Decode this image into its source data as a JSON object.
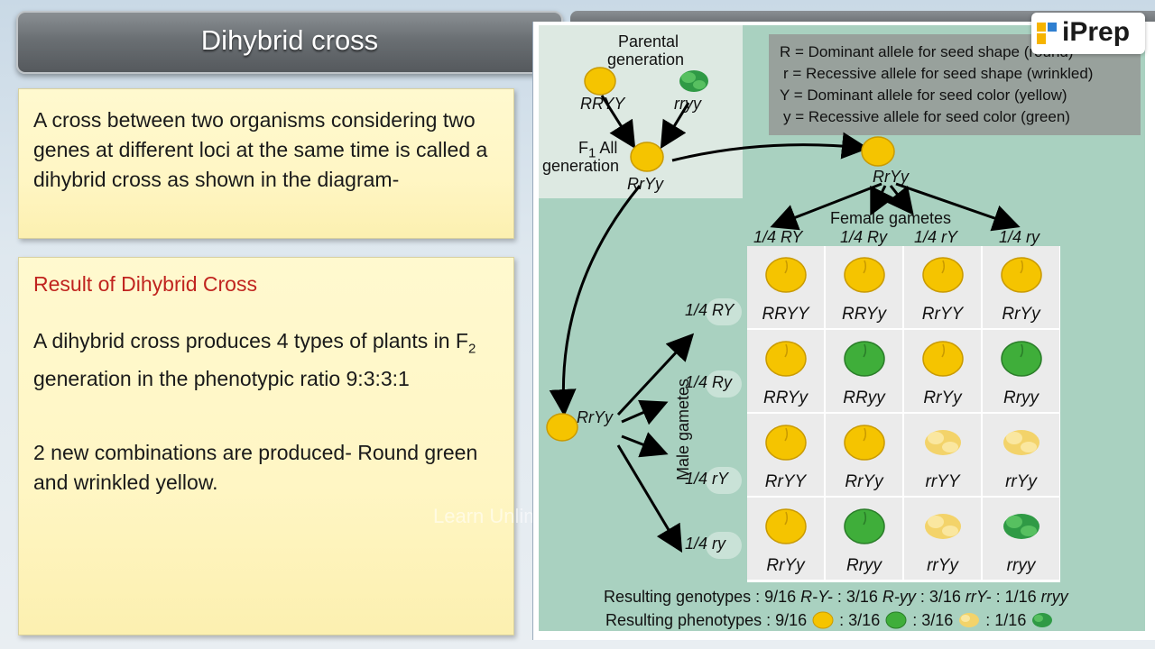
{
  "title": "Dihybrid cross",
  "definition": "A cross between two organisms considering two genes at different loci at the same time is called a dihybrid cross as shown in the diagram-",
  "result": {
    "heading": "Result of Dihybrid Cross",
    "p1_pre": "A dihybrid cross produces 4 types of plants in F",
    "p1_sub": "2",
    "p1_post": " generation in the phenotypic ratio 9:3:3:1",
    "p2": "2 new combinations are produced- Round green and wrinkled yellow."
  },
  "logo": "iPrep",
  "watermark": "Learn Unlimited with iPrep",
  "legend": [
    "R = Dominant allele for seed shape (round)",
    "r = Recessive allele for seed shape (wrinkled)",
    "Y = Dominant allele for seed color (yellow)",
    "y = Recessive allele for seed color (green)"
  ],
  "diagram": {
    "parental_label_1": "Parental",
    "parental_label_2": "generation",
    "parent1": "RRYY",
    "parent2": "rryy",
    "f1_label_a": "F",
    "f1_label_sub": "1",
    "f1_label_b": "All",
    "f1_label_c": "generation",
    "f1_genotype": "RrYy",
    "female_parent": "RrYy",
    "male_parent": "RrYy",
    "female_gametes_label": "Female gametes",
    "male_gametes_label": "Male gametes",
    "female_gametes": [
      "1/4 RY",
      "1/4 Ry",
      "1/4 rY",
      "1/4 ry"
    ],
    "male_gametes": [
      "1/4 RY",
      "1/4 Ry",
      "1/4 rY",
      "1/4 ry"
    ],
    "grid": [
      [
        "RRYY",
        "RRYy",
        "RrYY",
        "RrYy"
      ],
      [
        "RRYy",
        "RRyy",
        "RrYy",
        "Rryy"
      ],
      [
        "RrYY",
        "RrYy",
        "rrYY",
        "rrYy"
      ],
      [
        "RrYy",
        "Rryy",
        "rrYy",
        "rryy"
      ]
    ],
    "grid_seed_types": [
      [
        "round-yellow",
        "round-yellow",
        "round-yellow",
        "round-yellow"
      ],
      [
        "round-yellow",
        "round-green",
        "round-yellow",
        "round-green"
      ],
      [
        "round-yellow",
        "round-yellow",
        "wrinkled-yellow",
        "wrinkled-yellow"
      ],
      [
        "round-yellow",
        "round-green",
        "wrinkled-yellow",
        "wrinkled-green"
      ]
    ],
    "genotypes_line": {
      "prefix": "Resulting genotypes : 9/16 ",
      "g1": "R-Y-",
      "s2": " : 3/16 ",
      "g2": "R-yy",
      "s3": " : 3/16 ",
      "g3": "rrY-",
      "s4": " : 1/16 ",
      "g4": "rryy"
    },
    "phenotypes_line": {
      "prefix": "Resulting phenotypes : 9/16",
      "s2": " : 3/16",
      "s3": " : 3/16",
      "s4": " : 1/16"
    }
  },
  "colors": {
    "yellow_seed": "#f5c400",
    "green_seed": "#3fae3a",
    "wrinkled_yellow": "#f3d36a",
    "wrinkled_green": "#2f9a45",
    "heading_red": "#c0241f"
  }
}
